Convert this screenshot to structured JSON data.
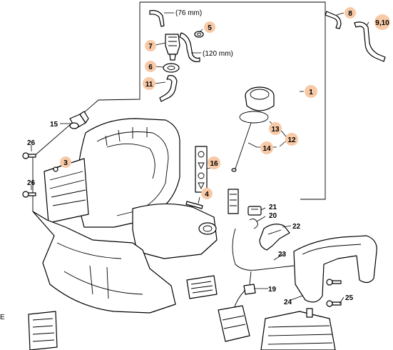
{
  "diagram": {
    "callouts": [
      {
        "id": "c1",
        "label": "1",
        "highlighted": true
      },
      {
        "id": "c3",
        "label": "3",
        "highlighted": true
      },
      {
        "id": "c4",
        "label": "4",
        "highlighted": true
      },
      {
        "id": "c5",
        "label": "5",
        "highlighted": true
      },
      {
        "id": "c6",
        "label": "6",
        "highlighted": true
      },
      {
        "id": "c7",
        "label": "7",
        "highlighted": true
      },
      {
        "id": "c8",
        "label": "8",
        "highlighted": true
      },
      {
        "id": "c910",
        "label": "9,10",
        "highlighted": true
      },
      {
        "id": "c11",
        "label": "11",
        "highlighted": true
      },
      {
        "id": "c12",
        "label": "12",
        "highlighted": true
      },
      {
        "id": "c13",
        "label": "13",
        "highlighted": true
      },
      {
        "id": "c14",
        "label": "14",
        "highlighted": true
      },
      {
        "id": "c16",
        "label": "16",
        "highlighted": true
      },
      {
        "id": "c15",
        "label": "15",
        "highlighted": false
      },
      {
        "id": "c19",
        "label": "19",
        "highlighted": false
      },
      {
        "id": "c20",
        "label": "20",
        "highlighted": false
      },
      {
        "id": "c21",
        "label": "21",
        "highlighted": false
      },
      {
        "id": "c22",
        "label": "22",
        "highlighted": false
      },
      {
        "id": "c23",
        "label": "23",
        "highlighted": false
      },
      {
        "id": "c24",
        "label": "24",
        "highlighted": false
      },
      {
        "id": "c25",
        "label": "25",
        "highlighted": false
      },
      {
        "id": "c26a",
        "label": "26",
        "highlighted": false
      },
      {
        "id": "c26b",
        "label": "26",
        "highlighted": false
      }
    ],
    "notes": {
      "hose_short": "(76 mm)",
      "hose_long": "(120 mm)"
    },
    "edge_fragment": "E",
    "colors": {
      "highlight_fill": "#f7c9a6",
      "line": "#000000",
      "background": "#ffffff"
    }
  }
}
